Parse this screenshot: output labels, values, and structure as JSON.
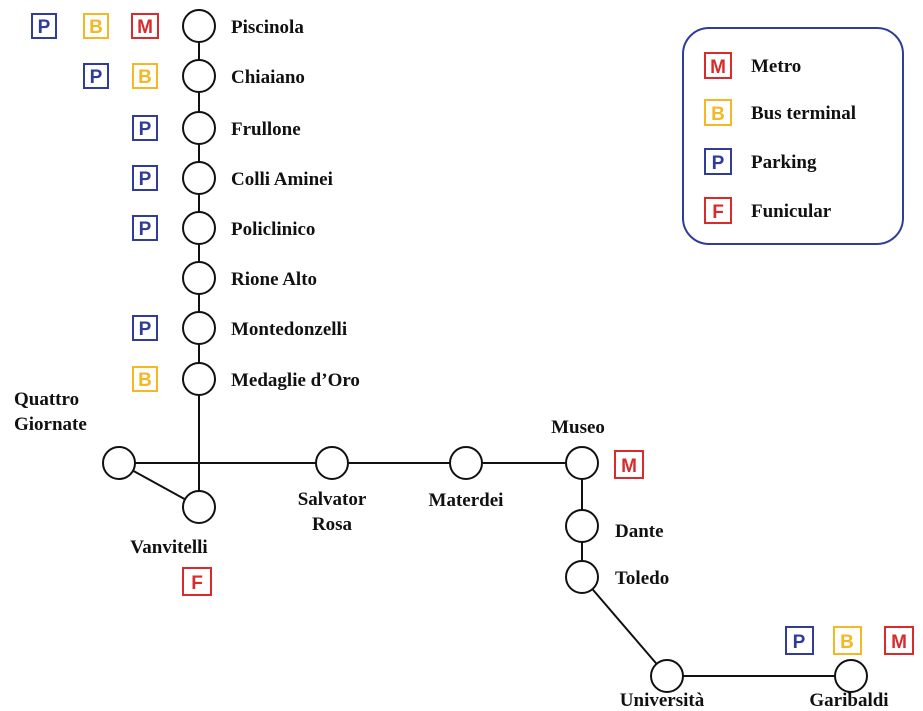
{
  "colors": {
    "metro": "#d92b2b",
    "bus": "#f4b824",
    "parking": "#2f3c98",
    "funicular": "#d92b2b",
    "line": "#111111",
    "legend_border": "#2f3c98"
  },
  "legend": [
    {
      "letter": "M",
      "label": "Metro"
    },
    {
      "letter": "B",
      "label": "Bus terminal"
    },
    {
      "letter": "P",
      "label": "Parking"
    },
    {
      "letter": "F",
      "label": "Funicular"
    }
  ],
  "stations": {
    "piscinola": {
      "name": "Piscinola",
      "badges": [
        "P",
        "B",
        "M"
      ]
    },
    "chiaiano": {
      "name": "Chiaiano",
      "badges": [
        "P",
        "B"
      ]
    },
    "frullone": {
      "name": "Frullone",
      "badges": [
        "P"
      ]
    },
    "colli_aminei": {
      "name": "Colli Aminei",
      "badges": [
        "P"
      ]
    },
    "policlinico": {
      "name": "Policlinico",
      "badges": [
        "P"
      ]
    },
    "rione_alto": {
      "name": "Rione Alto",
      "badges": []
    },
    "montedonzelli": {
      "name": "Montedonzelli",
      "badges": [
        "P"
      ]
    },
    "medaglie_doro": {
      "name": "Medaglie d’Oro",
      "badges": [
        "B"
      ]
    },
    "vanvitelli": {
      "name": "Vanvitelli",
      "badges": [
        "F"
      ]
    },
    "quattro_giornate": {
      "name_line1": "Quattro",
      "name_line2": "Giornate",
      "badges": []
    },
    "salvator_rosa": {
      "name_line1": "Salvator",
      "name_line2": "Rosa",
      "badges": []
    },
    "materdei": {
      "name": "Materdei",
      "badges": []
    },
    "museo": {
      "name": "Museo",
      "badges": [
        "M"
      ]
    },
    "dante": {
      "name": "Dante",
      "badges": []
    },
    "toledo": {
      "name": "Toledo",
      "badges": []
    },
    "universita": {
      "name": "Università",
      "badges": []
    },
    "garibaldi": {
      "name": "Garibaldi",
      "badges": [
        "P",
        "B",
        "M"
      ]
    }
  }
}
